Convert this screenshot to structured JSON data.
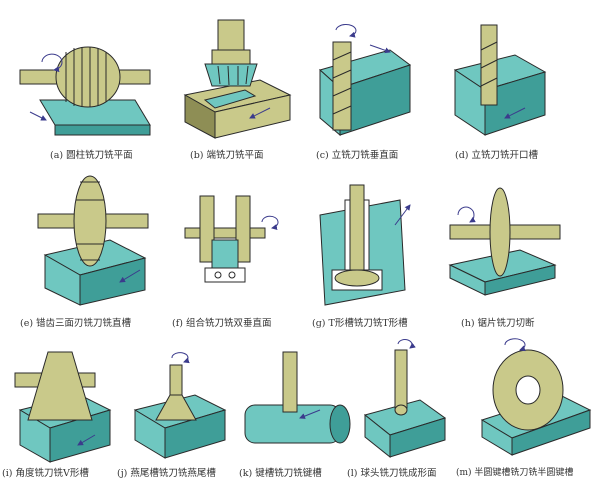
{
  "colors": {
    "workpiece": "#6fc7c0",
    "workpiece_dark": "#3f9e98",
    "tool": "#c9c98a",
    "tool_dark": "#8e8e55",
    "outline": "#2a2a2a",
    "arrow": "#3b3b8c"
  },
  "captions": {
    "a": "(a) 圆柱铣刀铣平面",
    "b": "(b) 端铣刀铣平面",
    "c": "(c) 立铣刀铣垂直面",
    "d": "(d) 立铣刀铣开口槽",
    "e": "(e) 错齿三面刃铣刀铣直槽",
    "f": "(f) 组合铣刀铣双垂直面",
    "g": "(g) T形槽铣刀铣T形槽",
    "h": "(h) 锯片铣刀切断",
    "i": "(i) 角度铣刀铣V形槽",
    "j": "(j) 燕尾槽铣刀铣燕尾槽",
    "k": "(k) 键槽铣刀铣键槽",
    "l": "(l) 球头铣刀铣成形面",
    "m": "(m) 半圆键槽铣刀铣半圆键槽"
  }
}
